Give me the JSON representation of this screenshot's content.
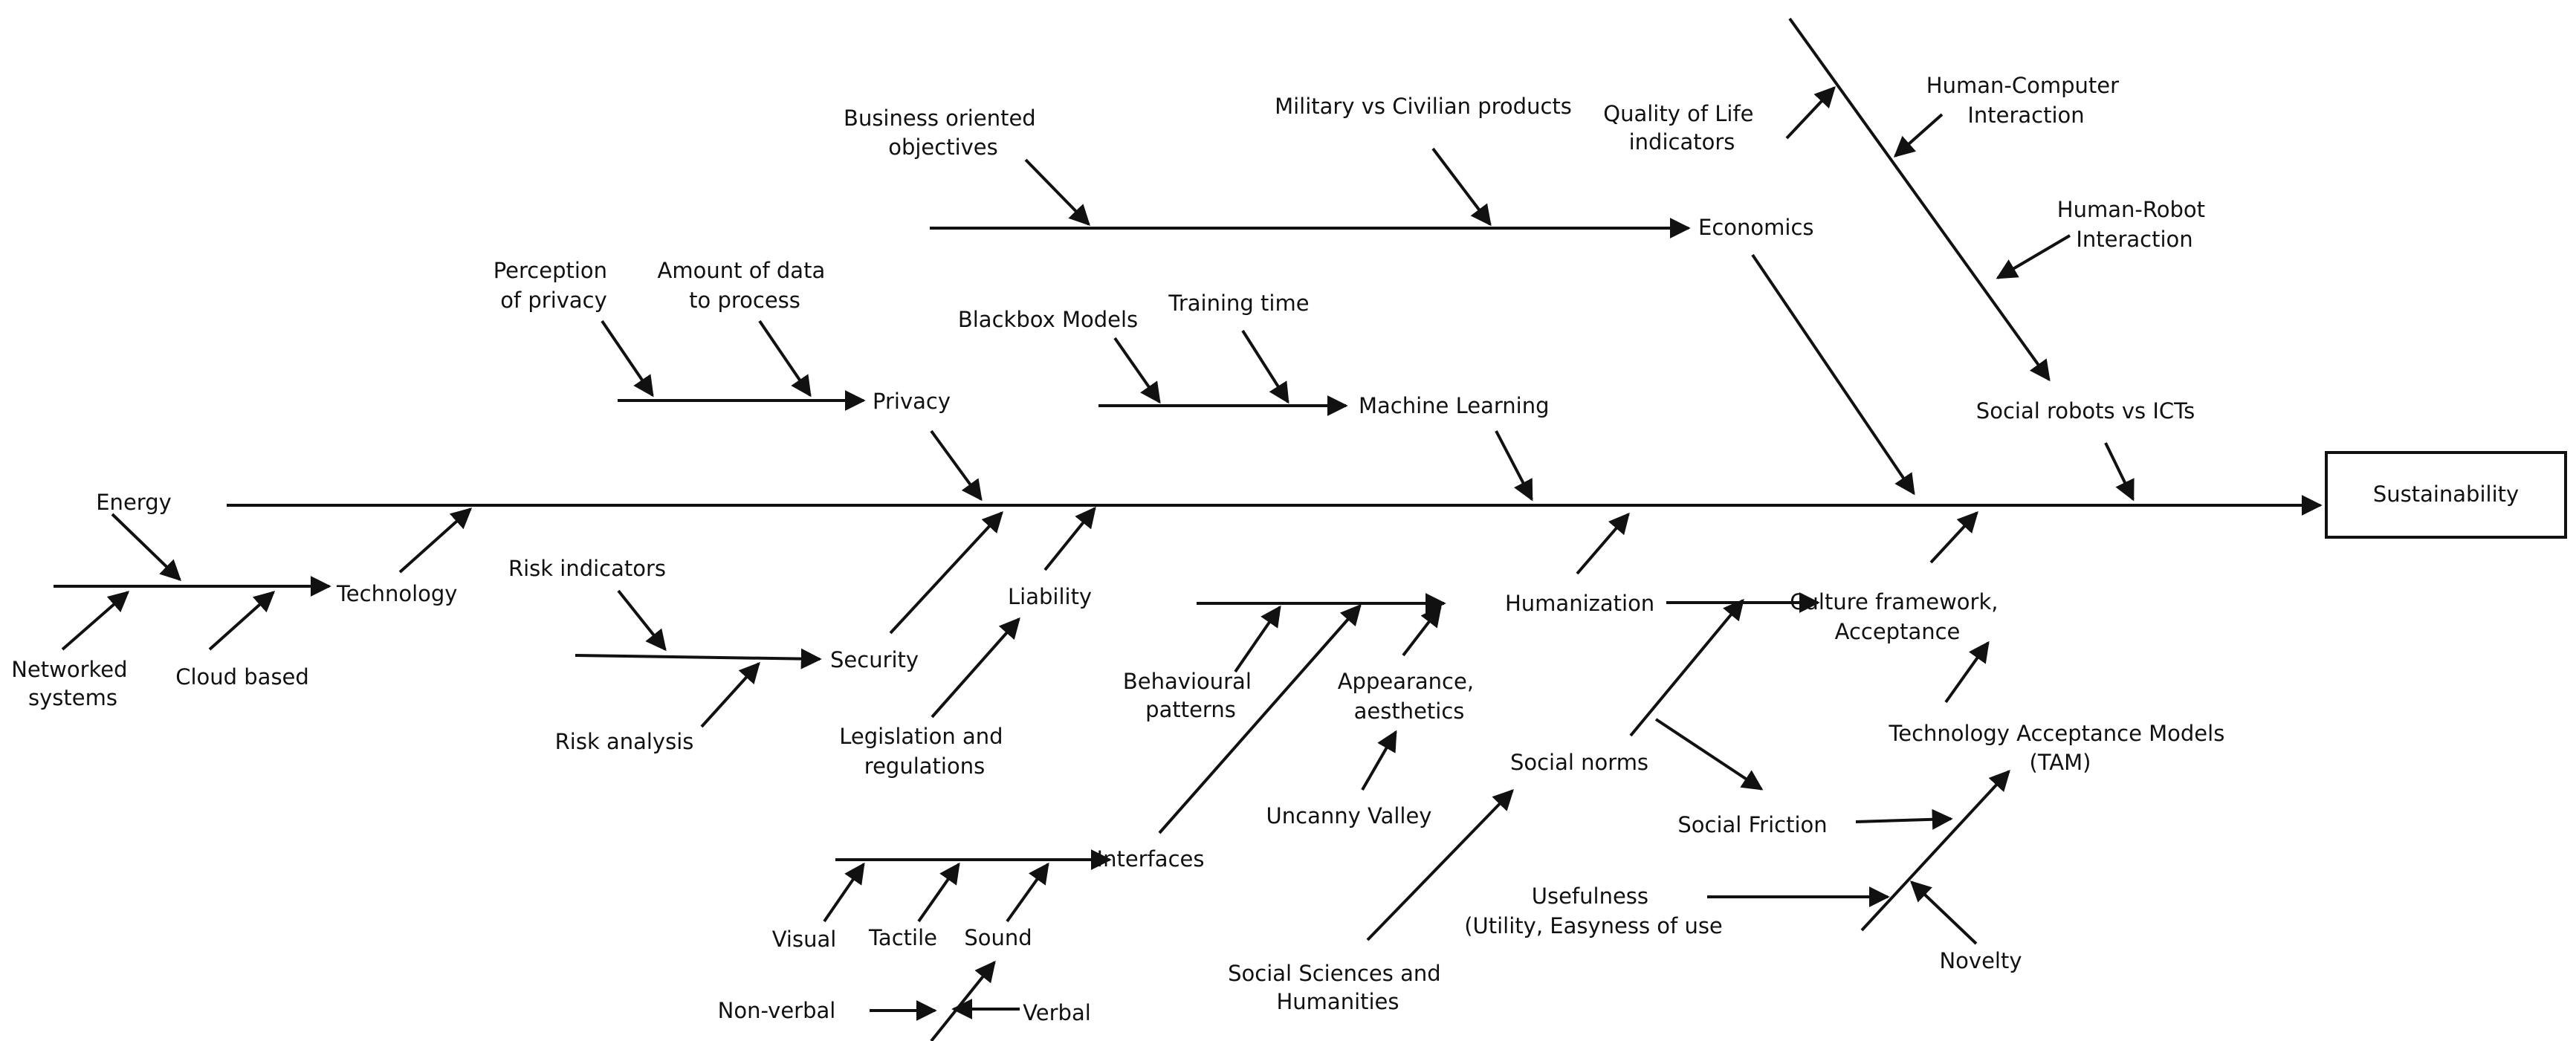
{
  "diagram": {
    "effect": "Sustainability",
    "labels": {
      "energy": "Energy",
      "networked": [
        "Networked",
        "systems"
      ],
      "cloud": "Cloud based",
      "technology": "Technology",
      "perception": [
        "Perception",
        "of privacy"
      ],
      "amount": [
        "Amount of data",
        "to process"
      ],
      "privacy": "Privacy",
      "risk_indicators": "Risk indicators",
      "risk_analysis": "Risk analysis",
      "security": "Security",
      "legislation": [
        "Legislation and",
        "regulations"
      ],
      "liability": "Liability",
      "business": [
        "Business oriented",
        "objectives"
      ],
      "military": "Military vs Civilian products",
      "economics": "Economics",
      "blackbox": "Blackbox Models",
      "training": "Training time",
      "machine_learning": "Machine Learning",
      "quality": [
        "Quality of Life",
        "indicators"
      ],
      "hci": [
        "Human-Computer",
        "Interaction"
      ],
      "hri": [
        "Human-Robot",
        "Interaction"
      ],
      "social_robots": "Social robots vs ICTs",
      "behavioural": [
        "Behavioural",
        "patterns"
      ],
      "appearance": [
        "Appearance,",
        "aesthetics"
      ],
      "uncanny": "Uncanny Valley",
      "humanization": "Humanization",
      "culture": [
        "Culture framework,",
        "Acceptance"
      ],
      "social_norms": "Social norms",
      "social_friction": "Social Friction",
      "tam": [
        "Technology Acceptance Models",
        "(TAM)"
      ],
      "usefulness": [
        "Usefulness",
        "(Utility, Easyness of use"
      ],
      "novelty": "Novelty",
      "ssh": [
        "Social Sciences and",
        "Humanities"
      ],
      "interfaces": "Interfaces",
      "visual": "Visual",
      "tactile": "Tactile",
      "sound": "Sound",
      "non_verbal": "Non-verbal",
      "verbal": "Verbal"
    }
  }
}
